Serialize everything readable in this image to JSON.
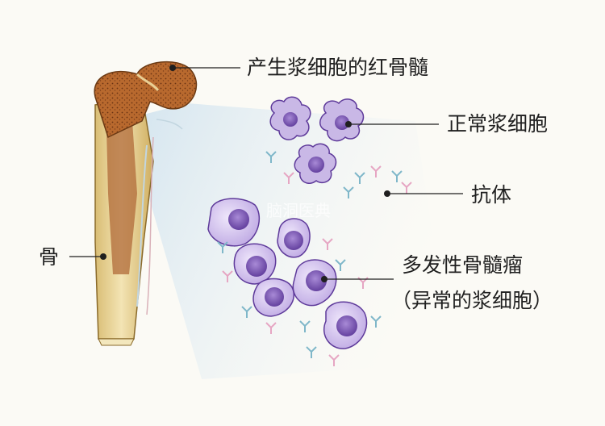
{
  "labels": {
    "marrow": "产生浆细胞的红骨髓",
    "normal_plasma": "正常浆细胞",
    "antibody": "抗体",
    "bone": "骨",
    "myeloma_line1": "多发性骨髓瘤",
    "myeloma_line2": "（异常的浆细胞）"
  },
  "watermark": "脑洞医典",
  "colors": {
    "bone_outer": "#e8d49a",
    "bone_shadow": "#c9a85a",
    "marrow": "#b5682f",
    "myeloma_cell": "#cdbde8",
    "myeloma_nucleus": "#7a52b4",
    "normal_cell": "#b8a6d6",
    "antibody_blue": "#7fb7c9",
    "antibody_pink": "#e6a6c3"
  }
}
